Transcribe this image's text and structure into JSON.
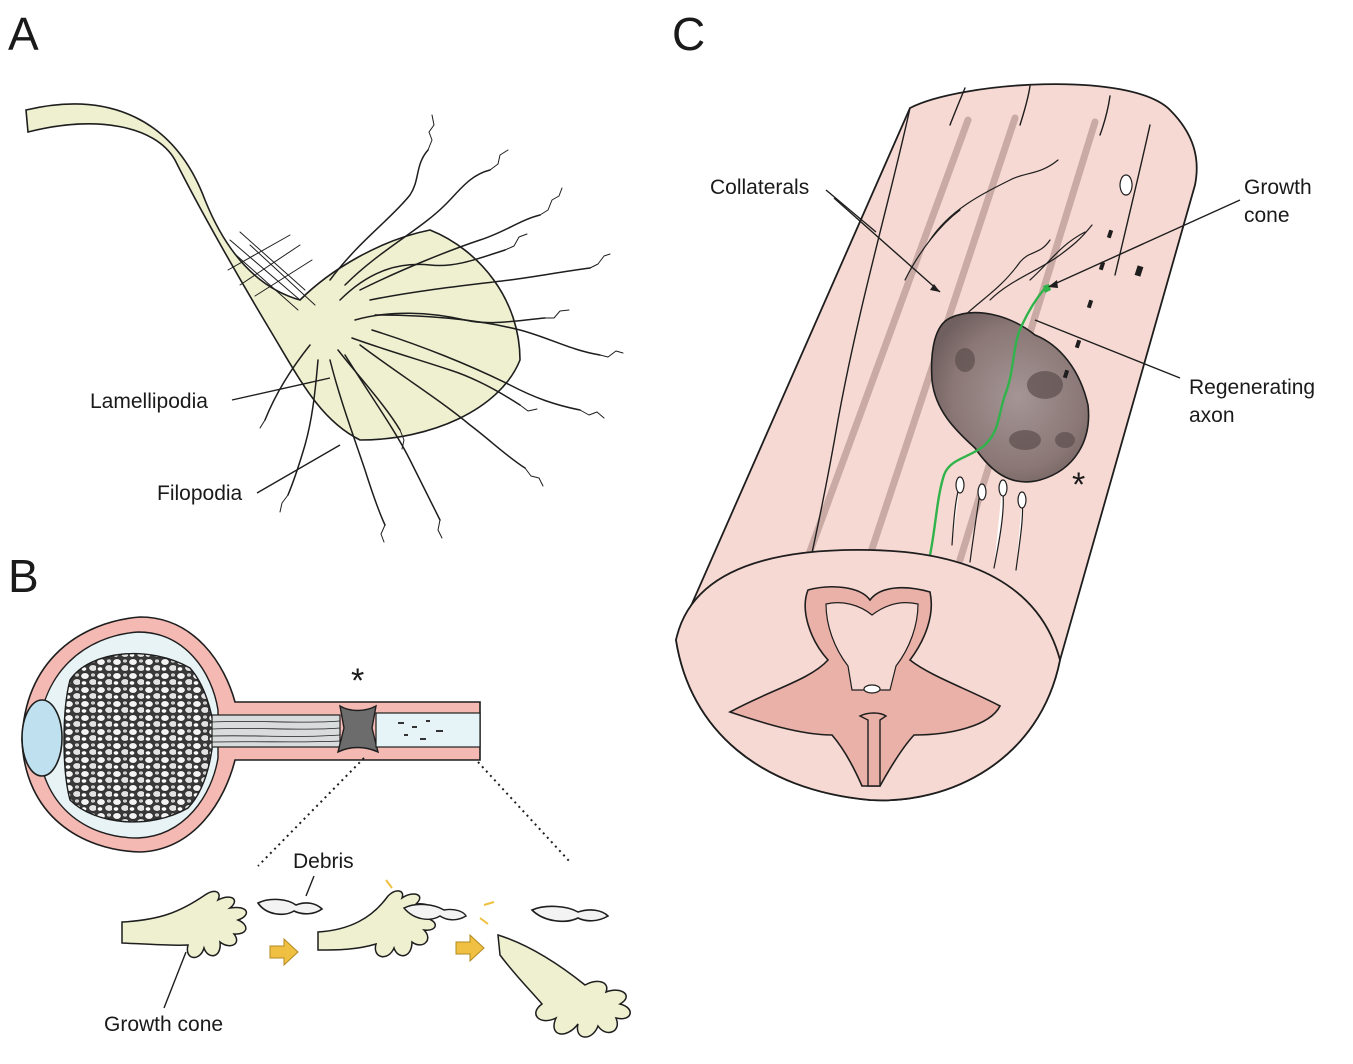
{
  "panels": {
    "a": {
      "letter": "A",
      "labels": {
        "lamellipodia": "Lamellipodia",
        "filopodia": "Filopodia"
      }
    },
    "b": {
      "letter": "B",
      "injury_marker": "*",
      "labels": {
        "debris": "Debris",
        "growth_cone": "Growth cone"
      }
    },
    "c": {
      "letter": "C",
      "injury_marker": "*",
      "labels": {
        "collaterals": "Collaterals",
        "growth_cone_line1": "Growth",
        "growth_cone_line2": "cone",
        "regenerating_axon_line1": "Regenerating",
        "regenerating_axon_line2": "axon"
      }
    }
  },
  "colors": {
    "neuron_fill": "#eef0cf",
    "cord_fill": "#f7d9d3",
    "cord_stripe": "#c9aaa5",
    "cord_grey_matter": "#e9b1a8",
    "lesion": "#8d7a79",
    "regenerating_axon": "#2fb34a",
    "eye_lens": "#bfe1ef",
    "sheath": "#f3b9b2",
    "arrow": "#efc041"
  }
}
